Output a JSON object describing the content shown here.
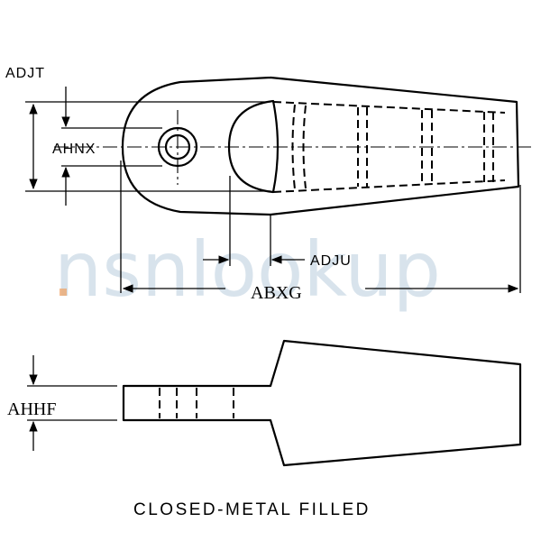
{
  "labels": {
    "adjt": "ADJT",
    "ahnx": "AHNX",
    "adju": "ADJU",
    "abxg": "ABXG",
    "ahhf": "AHHF"
  },
  "caption": "CLOSED-METAL FILLED",
  "watermark": "nsnlookup",
  "colors": {
    "line": "#000000",
    "background": "#ffffff",
    "watermark": "#8fb0c8",
    "watermark_dot": "#f0a060"
  }
}
